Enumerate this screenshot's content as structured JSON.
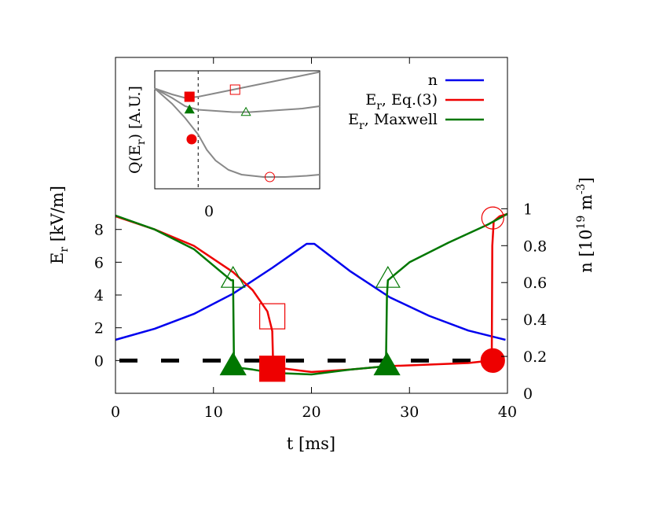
{
  "chart_data": {
    "type": "line",
    "xlabel": "t [ms]",
    "ylabel_left": "E_r [kV/m]",
    "ylabel_right": "n [10^19 m^-3]",
    "xlim": [
      0,
      40
    ],
    "ylim_left": [
      -2,
      18.5
    ],
    "ylim_right": [
      0,
      1.82
    ],
    "x_ticks": [
      "0",
      "10",
      "20",
      "30",
      "40"
    ],
    "y_left_ticks": [
      "0",
      "2",
      "4",
      "6",
      "8"
    ],
    "y_right_ticks": [
      "0",
      "0.2",
      "0.4",
      "0.6",
      "0.8",
      "1"
    ],
    "legend_position": "top-right",
    "colors": {
      "n": "#0000ee",
      "eq3": "#ee0000",
      "maxwell": "#007700",
      "dashed": "#000000",
      "inset_curve": "#888888"
    },
    "legend": [
      {
        "key": "n",
        "main": "n",
        "sub": "",
        "rest": ""
      },
      {
        "key": "eq3",
        "main": "E",
        "sub": "r",
        "rest": ", Eq.(3)"
      },
      {
        "key": "maxwell",
        "main": "E",
        "sub": "r",
        "rest": ", Maxwell"
      }
    ],
    "series": [
      {
        "name": "n",
        "axis": "right",
        "color_key": "n",
        "x": [
          0,
          4,
          8,
          12,
          16,
          19.5,
          20.3,
          24,
          28,
          32,
          36,
          39.8
        ],
        "y": [
          0.29,
          0.35,
          0.43,
          0.54,
          0.68,
          0.81,
          0.81,
          0.66,
          0.52,
          0.42,
          0.34,
          0.29
        ]
      },
      {
        "name": "E_r, Eq.(3)",
        "axis": "left",
        "color_key": "eq3",
        "x": [
          0,
          4,
          8,
          12,
          14,
          15.5,
          16,
          16.1,
          18,
          20,
          24,
          27.6,
          32,
          36,
          38.4,
          38.45,
          38.6,
          39.2,
          40
        ],
        "y": [
          8.8,
          8.0,
          7.0,
          5.4,
          4.3,
          3.0,
          1.8,
          -0.4,
          -0.55,
          -0.7,
          -0.55,
          -0.35,
          -0.25,
          -0.15,
          0.0,
          7.0,
          8.5,
          8.8,
          8.95
        ]
      },
      {
        "name": "E_r, Maxwell",
        "axis": "left",
        "color_key": "maxwell",
        "x": [
          0,
          4,
          8,
          11.8,
          12.0,
          12.1,
          14,
          16,
          20,
          24,
          27.6,
          27.7,
          27.8,
          30,
          34,
          38,
          40
        ],
        "y": [
          8.85,
          8.0,
          6.8,
          4.9,
          4.9,
          -0.4,
          -0.55,
          -0.75,
          -0.85,
          -0.55,
          -0.35,
          4.0,
          4.9,
          6.0,
          7.2,
          8.3,
          8.95
        ]
      }
    ],
    "dashed_line": {
      "y": 0
    },
    "markers": [
      {
        "x": 12.0,
        "y": 5.0,
        "shape": "triangle",
        "fill": "open",
        "color_key": "maxwell",
        "size": 13
      },
      {
        "x": 12.0,
        "y": -0.3,
        "shape": "triangle",
        "fill": "filled",
        "color_key": "maxwell",
        "size": 14
      },
      {
        "x": 16.0,
        "y": 2.7,
        "shape": "square",
        "fill": "open",
        "color_key": "eq3",
        "size": 16
      },
      {
        "x": 16.0,
        "y": -0.5,
        "shape": "square",
        "fill": "filled",
        "color_key": "eq3",
        "size": 16
      },
      {
        "x": 27.8,
        "y": 5.0,
        "shape": "triangle",
        "fill": "open",
        "color_key": "maxwell",
        "size": 13
      },
      {
        "x": 27.7,
        "y": -0.3,
        "shape": "triangle",
        "fill": "filled",
        "color_key": "maxwell",
        "size": 14
      },
      {
        "x": 38.5,
        "y": 8.7,
        "shape": "circle",
        "fill": "open",
        "color_key": "eq3",
        "size": 14
      },
      {
        "x": 38.5,
        "y": 0.0,
        "shape": "circle",
        "fill": "filled",
        "color_key": "eq3",
        "size": 15
      }
    ],
    "inset": {
      "ylabel": "Q(E_r) [A.U.]",
      "x_tick": "0",
      "curves": [
        {
          "x": [
            -1.0,
            -0.6,
            -0.3,
            0,
            0.4,
            0.8,
            1.2,
            1.6,
            2.0,
            2.4,
            2.8
          ],
          "y": [
            0.85,
            0.8,
            0.77,
            0.78,
            0.81,
            0.84,
            0.87,
            0.9,
            0.93,
            0.96,
            0.99
          ]
        },
        {
          "x": [
            -1.0,
            -0.6,
            -0.3,
            0,
            0.4,
            0.8,
            1.2,
            1.6,
            2.0,
            2.4,
            2.8
          ],
          "y": [
            0.85,
            0.77,
            0.7,
            0.67,
            0.66,
            0.65,
            0.65,
            0.66,
            0.67,
            0.68,
            0.7
          ]
        },
        {
          "x": [
            -1.0,
            -0.6,
            -0.3,
            0,
            0.2,
            0.4,
            0.7,
            1.0,
            1.5,
            2.0,
            2.5,
            2.8
          ],
          "y": [
            0.85,
            0.72,
            0.6,
            0.46,
            0.33,
            0.24,
            0.16,
            0.12,
            0.1,
            0.1,
            0.11,
            0.12
          ]
        }
      ],
      "markers": [
        {
          "x": 0.85,
          "y": 0.84,
          "shape": "square",
          "fill": "open",
          "color_key": "eq3",
          "size": 6
        },
        {
          "x": -0.2,
          "y": 0.78,
          "shape": "square",
          "fill": "filled",
          "color_key": "eq3",
          "size": 6
        },
        {
          "x": 1.1,
          "y": 0.65,
          "shape": "triangle",
          "fill": "open",
          "color_key": "maxwell",
          "size": 5
        },
        {
          "x": -0.2,
          "y": 0.67,
          "shape": "triangle",
          "fill": "filled",
          "color_key": "maxwell",
          "size": 5
        },
        {
          "x": -0.15,
          "y": 0.42,
          "shape": "circle",
          "fill": "filled",
          "color_key": "eq3",
          "size": 6
        },
        {
          "x": 1.65,
          "y": 0.1,
          "shape": "circle",
          "fill": "open",
          "color_key": "eq3",
          "size": 6
        }
      ]
    }
  }
}
